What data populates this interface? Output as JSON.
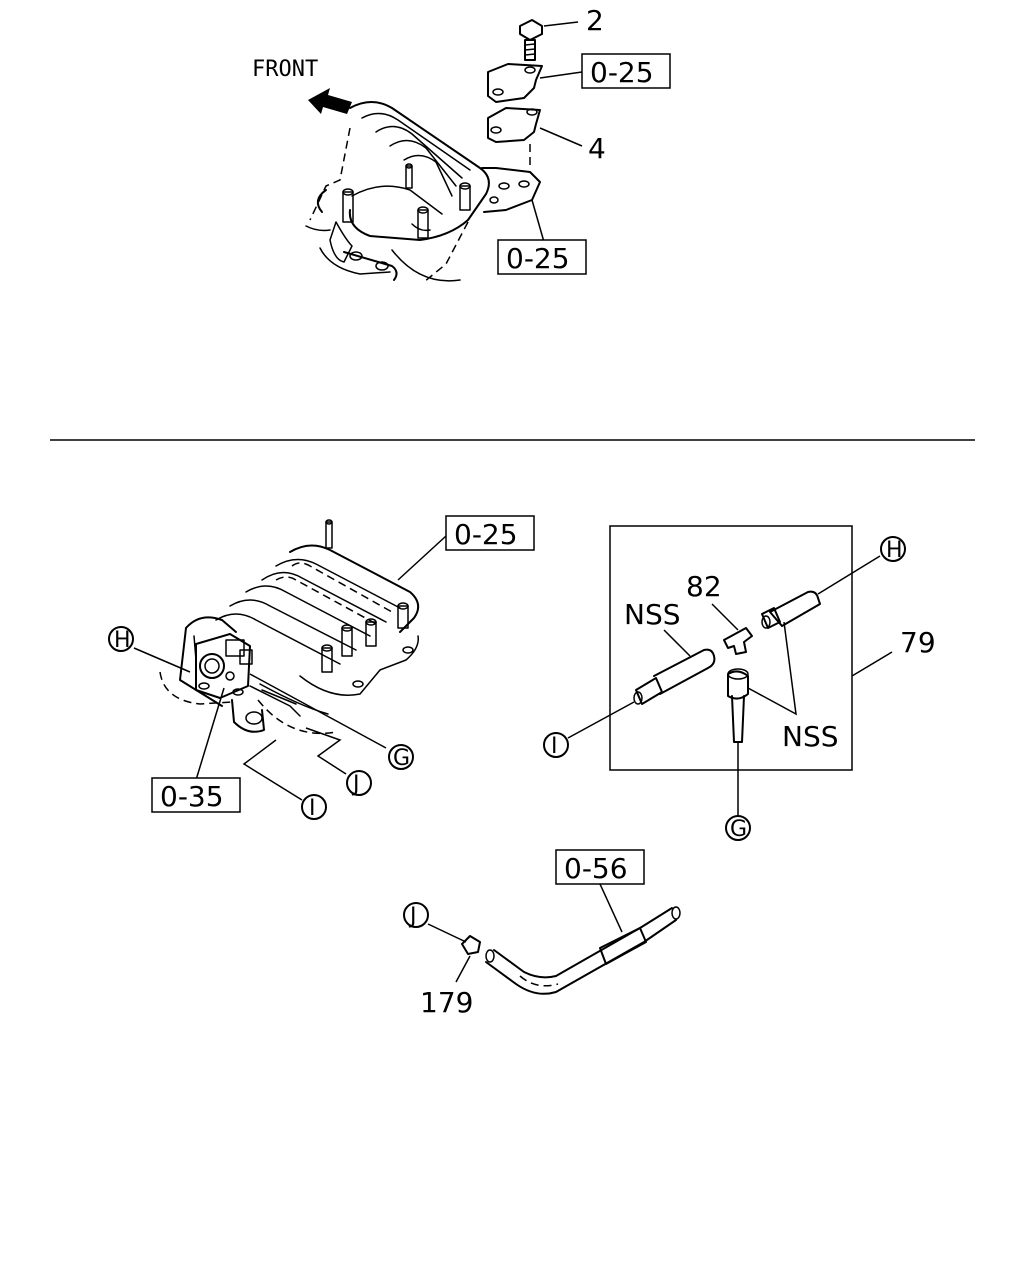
{
  "top_view": {
    "front_label": "FRONT",
    "part_2": "2",
    "part_4": "4",
    "ref_upper": "0-25",
    "ref_lower": "0-25"
  },
  "bottom_view": {
    "ref_manifold": "0-25",
    "ref_throttle": "0-35",
    "ref_hose": "0-56",
    "part_82": "82",
    "part_79": "79",
    "part_179": "179",
    "nss_upper": "NSS",
    "nss_lower": "NSS",
    "conn_h_left": "H",
    "conn_h_right": "H",
    "conn_g_left": "G",
    "conn_g_right": "G",
    "conn_i_left": "I",
    "conn_i_right": "I",
    "conn_j_left": "J",
    "conn_j_bottom": "J"
  }
}
